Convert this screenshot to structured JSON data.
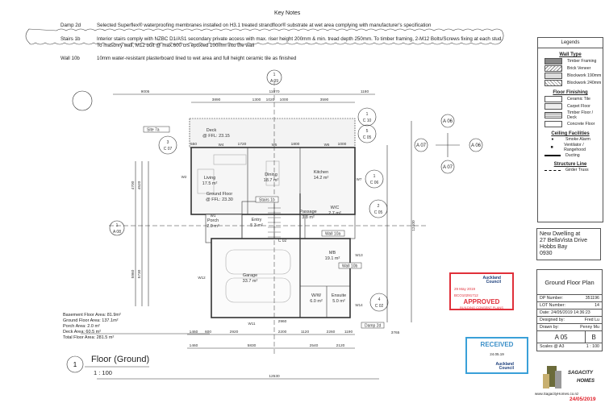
{
  "key_notes": {
    "title": "Key Notes",
    "items": [
      {
        "code": "Damp 2d",
        "text": "Selected Superflex® waterproofing membranes installed on H3.1 treated strandfloor® substrate at wet area complying with manufacturer's specification"
      },
      {
        "code": "Stairs 1b",
        "text": "Interior stairs comply with NZBC D1/AS1 secondary private access with max. riser height 200mm & min. tread depth 250mm. To timber framing, 2-M12 Bolts/Screws fixing at each stud."
      },
      {
        "code": "",
        "text": "To masonry wall, M12 bolt @ max.600 crs epoxied 100mm into the wall"
      },
      {
        "code": "Wall 10b",
        "text": "10mm water-resistant plasterboard lined to wet area and full height ceramic tile as finished"
      }
    ]
  },
  "legend": {
    "title": "Legends",
    "wall_type": {
      "title": "Wall Type",
      "items": [
        "Timber Framing",
        "Brick Veneer",
        "Blockwork 190mm",
        "Blockwork 240mm"
      ]
    },
    "floor_finishing": {
      "title": "Floor Finishing",
      "items": [
        "Ceramic Tile",
        "Carpet Floor",
        "Timber Floor / Deck",
        "Concrete Floor"
      ]
    },
    "ceiling_facilities": {
      "title": "Ceiling Facilities",
      "items": [
        "Smoke Alarm",
        "Ventilator / Rangehood",
        "Ducting"
      ]
    },
    "structure_line": {
      "title": "Structure Line",
      "items": [
        "Girder Truss"
      ]
    }
  },
  "address": {
    "line1": "New Dwelling at",
    "line2": "27 BellaVista Drive",
    "line3": "Hobbs Bay",
    "line4": "0930"
  },
  "title_block": {
    "drawing_name": "Ground Floor Plan",
    "rows": [
      {
        "label": "DP Number:",
        "value": "351196"
      },
      {
        "label": "LOT Number:",
        "value": "14"
      },
      {
        "label": "Date: 24/05/2019 14:36:23",
        "value": ""
      },
      {
        "label": "Designed by:",
        "value": "Fred Lu"
      },
      {
        "label": "Drawn by:",
        "value": "Penny Mu"
      }
    ],
    "sheet": "A 05",
    "revision": "B",
    "scale_label": "Scales @ A3",
    "scale": "1 : 100"
  },
  "company": {
    "name1": "SAGACITY",
    "name2": "HOMES",
    "website": "www.SagacityHomes.co.nz",
    "date": "24/05/2019"
  },
  "approved_stamp": {
    "council": "Auckland Council",
    "date": "29 May 2019",
    "ref": "BCO10291712",
    "status": "APPROVED",
    "sub": "BUILDING CONSENT PLANS"
  },
  "received_stamp": {
    "status": "RECEIVED",
    "date": "24.05.19",
    "council": "Auckland Council"
  },
  "areas": [
    "Basement Floor Area: 81.9m²",
    "Ground Floor Area: 137.1m²",
    "Porch Area: 2.0 m²",
    "Deck Area: 60.5 m²",
    "Total Floor Area: 281.5 m²"
  ],
  "view": {
    "number": "1",
    "title": "Floor (Ground)",
    "scale": "1 : 100"
  },
  "plan": {
    "rooms": [
      {
        "name": "Living",
        "area": "17.5 m²"
      },
      {
        "name": "Dining",
        "area": "18.7 m²"
      },
      {
        "name": "Kitchen",
        "area": "14.2 m²"
      },
      {
        "name": "Deck",
        "area": "@ FFL: 23.15"
      },
      {
        "name": "Ground Floor",
        "area": "@ FFL: 23.30"
      },
      {
        "name": "Entry",
        "area": "5.3 m²"
      },
      {
        "name": "Porch",
        "area": "2.0 m²"
      },
      {
        "name": "Passage",
        "area": "3.8 m²"
      },
      {
        "name": "W/C",
        "area": "2.7 m²"
      },
      {
        "name": "MB",
        "area": "19.1 m²"
      },
      {
        "name": "Garage",
        "area": "33.7 m²"
      },
      {
        "name": "W/W",
        "area": "6.0 m²"
      },
      {
        "name": "Ensuite",
        "area": "5.0 m²"
      }
    ],
    "tags": [
      "Site 7a",
      "Stairs 1b",
      "Wall 10a",
      "Wall 10b",
      "Damp 2d"
    ],
    "dims_top1": [
      "9005",
      "11070",
      "1180"
    ],
    "dims_top2": [
      "3890",
      "1300",
      "1020",
      "1000",
      "3590"
    ],
    "dims_bottom1": [
      "1460",
      "600",
      "2920",
      "2200",
      "1120",
      "2260",
      "1190"
    ],
    "dims_bottom2": [
      "1460",
      "5830",
      "2540",
      "2120"
    ],
    "dims_other": [
      "12400",
      "12530",
      "3765",
      "2960",
      "4700",
      "4520",
      "5960",
      "5730",
      "550",
      "1720",
      "1800",
      "1000"
    ],
    "section_marks": [
      {
        "num": "3",
        "sheet": "C 07"
      },
      {
        "num": "5",
        "sheet": "C 05"
      },
      {
        "num": "1",
        "sheet": "C 10"
      },
      {
        "num": "1",
        "sheet": "C 06"
      },
      {
        "num": "2",
        "sheet": "C 05"
      },
      {
        "num": "4",
        "sheet": "C 02"
      },
      {
        "num": "1",
        "sheet": "A 09"
      },
      {
        "num": "1",
        "sheet": "A 08"
      },
      {
        "num": "",
        "sheet": "C 02"
      }
    ],
    "elevation_marks": [
      "A 06",
      "A 07",
      "A 06",
      "A 07"
    ],
    "window_tags": [
      "W4",
      "W5",
      "W6",
      "W2",
      "W7",
      "W1",
      "W13",
      "W12",
      "W11",
      "W14"
    ]
  }
}
